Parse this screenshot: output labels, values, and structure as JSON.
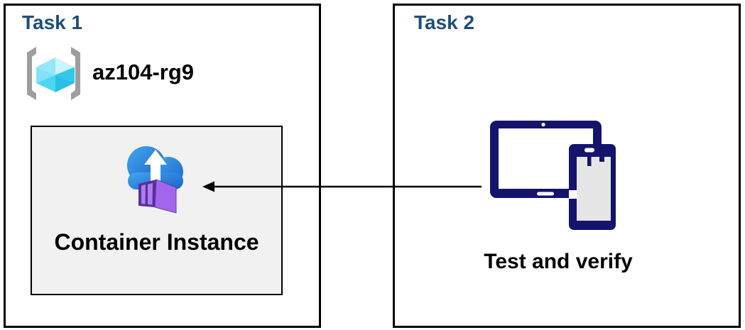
{
  "task1": {
    "title": "Task 1",
    "resource_group": {
      "name": "az104-rg9",
      "icon": "resource-group-icon"
    },
    "container_box": {
      "label": "Container Instance",
      "icon": "container-instance-icon"
    }
  },
  "task2": {
    "title": "Task 2",
    "label": "Test and verify",
    "icon": "devices-icon"
  },
  "arrow": {
    "direction": "right-to-left",
    "from": "devices-icon",
    "to": "container-instance-icon"
  },
  "colors": {
    "task-title": "#1F4E79",
    "text": "#000000",
    "box-border": "#000000",
    "inner-bg": "#F1F1F2",
    "navy": "#14146C",
    "phone-screen": "#E5E5E5",
    "bracket": "#9E9EA0",
    "cloud-light": "#44A5F0",
    "cloud-dark": "#1764C6",
    "purple-frame": "#5B2F9B",
    "purple-side": "#A266ED",
    "purple-panel": "#AC7FF0"
  }
}
